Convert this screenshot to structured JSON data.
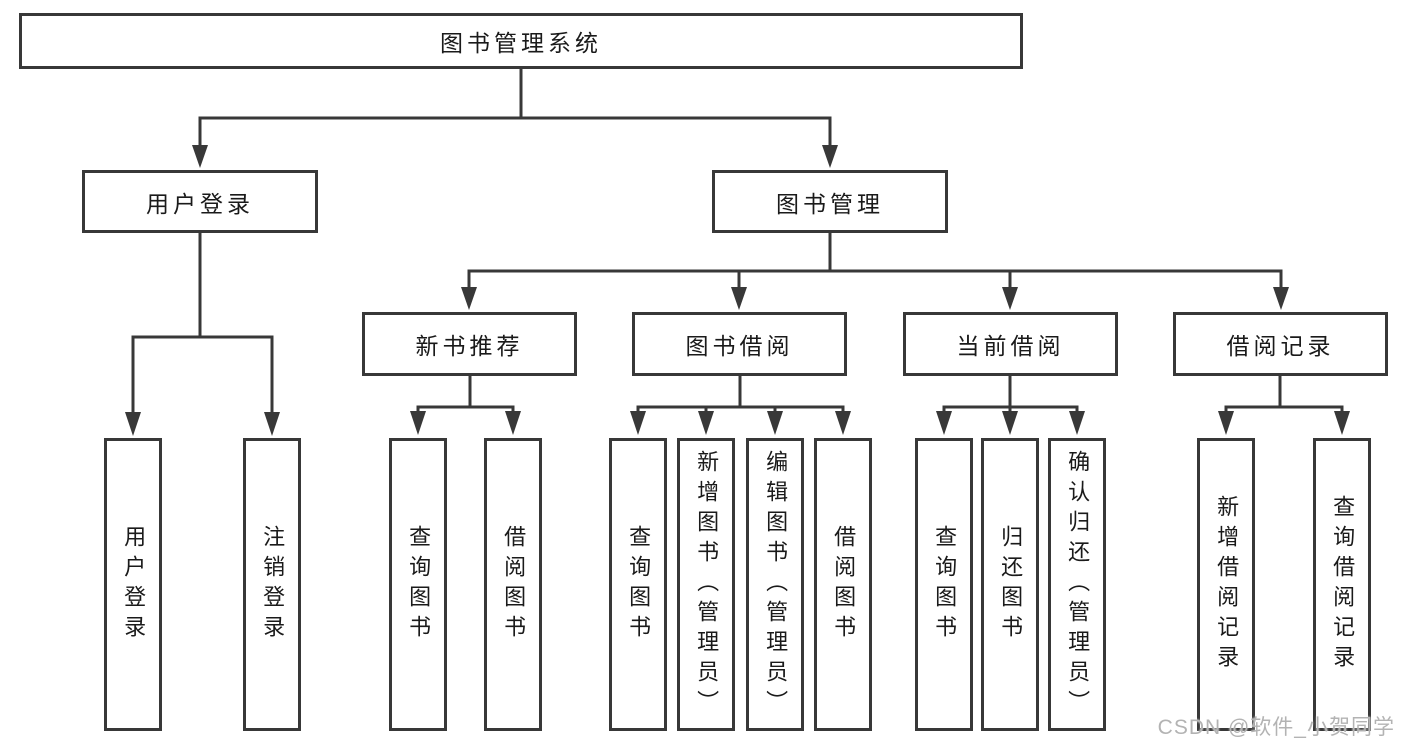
{
  "title": "图书管理系统",
  "level2": {
    "user_login": "用户登录",
    "book_mgmt": "图书管理"
  },
  "user_login_children": [
    "用户登录",
    "注销登录"
  ],
  "book_mgmt_groups": [
    {
      "label": "新书推荐",
      "children": [
        "查询图书",
        "借阅图书"
      ]
    },
    {
      "label": "图书借阅",
      "children": [
        "查询图书",
        "新增图书（管理员）",
        "编辑图书（管理员）",
        "借阅图书"
      ]
    },
    {
      "label": "当前借阅",
      "children": [
        "查询图书",
        "归还图书",
        "确认归还（管理员）"
      ]
    },
    {
      "label": "借阅记录",
      "children": [
        "新增借阅记录",
        "查询借阅记录"
      ]
    }
  ],
  "watermark": "CSDN @软件_小贺同学",
  "colors": {
    "line": "#383838",
    "text": "#1a1a1a",
    "watermark": "#b3b3b3",
    "background": "#ffffff"
  }
}
